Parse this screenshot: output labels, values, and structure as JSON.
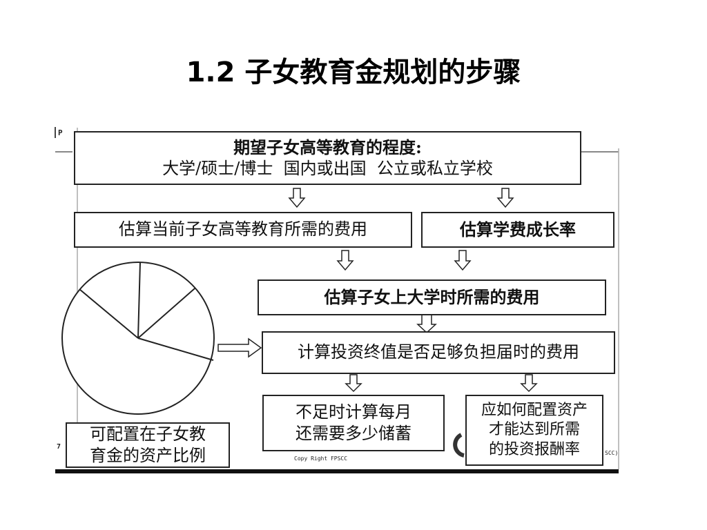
{
  "title": "1.2 子女教育金规划的步骤",
  "boxes": {
    "expected_degree_title": "期望子女高等教育的程度:",
    "expected_degree_options": "大学/硕士/博士  国内或出国  公立或私立学校",
    "estimate_current_cost": "估算当前子女高等教育所需的费用",
    "estimate_tuition_growth": "估算学费成长率",
    "estimate_future_cost": "估算子女上大学时所需的费用",
    "calc_investment_value": "计算投资终值是否足够负担届时的费用",
    "monthly_savings_line1": "不足时计算每月",
    "monthly_savings_line2": "还需要多少储蓄",
    "asset_allocation_line1": "应如何配置资产",
    "asset_allocation_line2": "才能达到所需",
    "asset_allocation_line3": "的投资报酬率",
    "allocatable_ratio_line1": "可配置在子女教",
    "allocatable_ratio_line2": "育金的资产比例"
  },
  "footer": {
    "copyright": "Copy Right  FPSCC",
    "left_mark": "7",
    "right_mark": "SCC)",
    "top_left_mark": "P"
  }
}
